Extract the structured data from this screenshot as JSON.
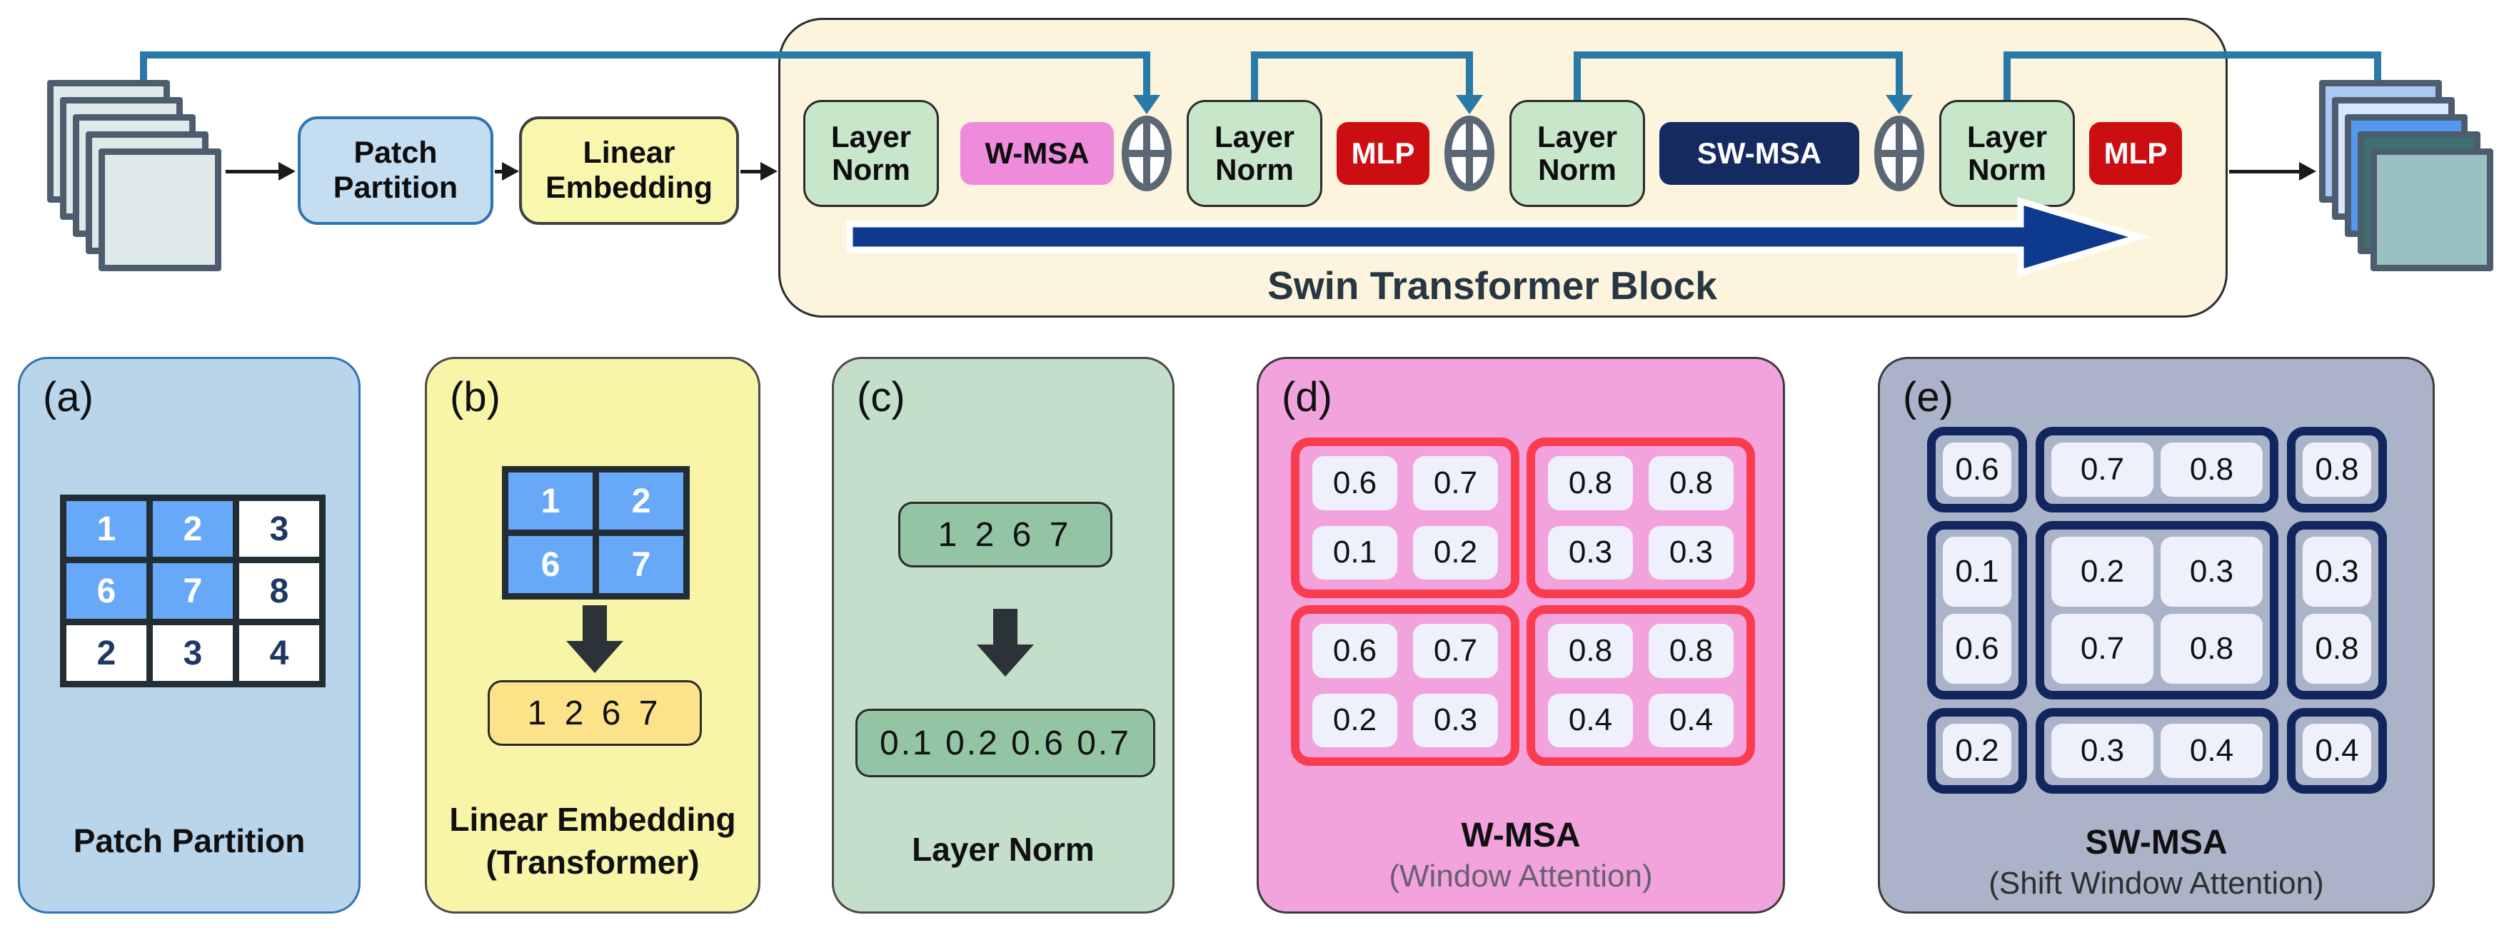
{
  "flow": {
    "patch_partition": "Patch Partition",
    "linear_embedding": "Linear Embedding",
    "layer_norm": "Layer Norm",
    "w_msa": "W-MSA",
    "mlp": "MLP",
    "sw_msa": "SW-MSA",
    "block_label": "Swin Transformer Block"
  },
  "panels": {
    "a": {
      "tag": "(a)",
      "caption": "Patch Partition",
      "grid": {
        "values": [
          [
            "1",
            "2",
            "3"
          ],
          [
            "6",
            "7",
            "8"
          ],
          [
            "2",
            "3",
            "4"
          ]
        ],
        "highlighted": [
          [
            0,
            0
          ],
          [
            0,
            1
          ],
          [
            1,
            0
          ],
          [
            1,
            1
          ]
        ]
      }
    },
    "b": {
      "tag": "(b)",
      "caption": "Linear Embedding",
      "subcaption": "(Transformer)",
      "grid": {
        "values": [
          [
            "1",
            "2"
          ],
          [
            "6",
            "7"
          ]
        ]
      },
      "vector": "1 2 6 7"
    },
    "c": {
      "tag": "(c)",
      "caption": "Layer Norm",
      "input_vector": "1 2 6 7",
      "output_vector": "0.1 0.2 0.6 0.7"
    },
    "d": {
      "tag": "(d)",
      "caption": "W-MSA",
      "subcaption": "(Window Attention)",
      "windows": [
        {
          "cols": 2,
          "cells": [
            "0.6",
            "0.7",
            "0.1",
            "0.2"
          ]
        },
        {
          "cols": 2,
          "cells": [
            "0.8",
            "0.8",
            "0.3",
            "0.3"
          ]
        },
        {
          "cols": 2,
          "cells": [
            "0.6",
            "0.7",
            "0.2",
            "0.3"
          ]
        },
        {
          "cols": 2,
          "cells": [
            "0.8",
            "0.8",
            "0.4",
            "0.4"
          ]
        }
      ]
    },
    "e": {
      "tag": "(e)",
      "caption": "SW-MSA",
      "subcaption": "(Shift Window Attention)",
      "windows": [
        {
          "cols": 1,
          "cells": [
            "0.6"
          ]
        },
        {
          "cols": 2,
          "cells": [
            "0.7",
            "0.8"
          ]
        },
        {
          "cols": 1,
          "cells": [
            "0.8"
          ]
        },
        {
          "cols": 1,
          "cells": [
            "0.1",
            "0.6"
          ]
        },
        {
          "cols": 2,
          "cells": [
            "0.2",
            "0.3",
            "0.7",
            "0.8"
          ]
        },
        {
          "cols": 1,
          "cells": [
            "0.3",
            "0.8"
          ]
        },
        {
          "cols": 1,
          "cells": [
            "0.2"
          ]
        },
        {
          "cols": 2,
          "cells": [
            "0.3",
            "0.4"
          ]
        },
        {
          "cols": 1,
          "cells": [
            "0.4"
          ]
        }
      ]
    }
  },
  "palette": {
    "skip_line": "#2a7aa8",
    "container_bg": "#fcf4dc",
    "layer_norm_bg": "#c8e6c9",
    "w_msa_bg": "#ee8cdb",
    "mlp_bg": "#cc0e12",
    "sw_msa_bg": "#152a61",
    "big_arrow": "#0d3a8d",
    "panel_a_bg": "#b9d5eb",
    "panel_b_bg": "#f8f4a8",
    "panel_c_bg": "#c3dfca",
    "panel_d_bg": "#f2a2dd",
    "panel_e_bg": "#aab3c8",
    "highlight_cell": "#67a9f8",
    "d_window_border": "#fa3c4e",
    "e_window_border": "#11265e"
  },
  "input_stack_colors": [
    "#dfe9e9",
    "#dfe9e9",
    "#dfe9e9",
    "#dfe9e9",
    "#dfe9e9"
  ],
  "output_stack_colors": [
    "#a9c9f3",
    "#d8e7fb",
    "#5598ef",
    "#3f6f70",
    "#9ac0c1"
  ]
}
